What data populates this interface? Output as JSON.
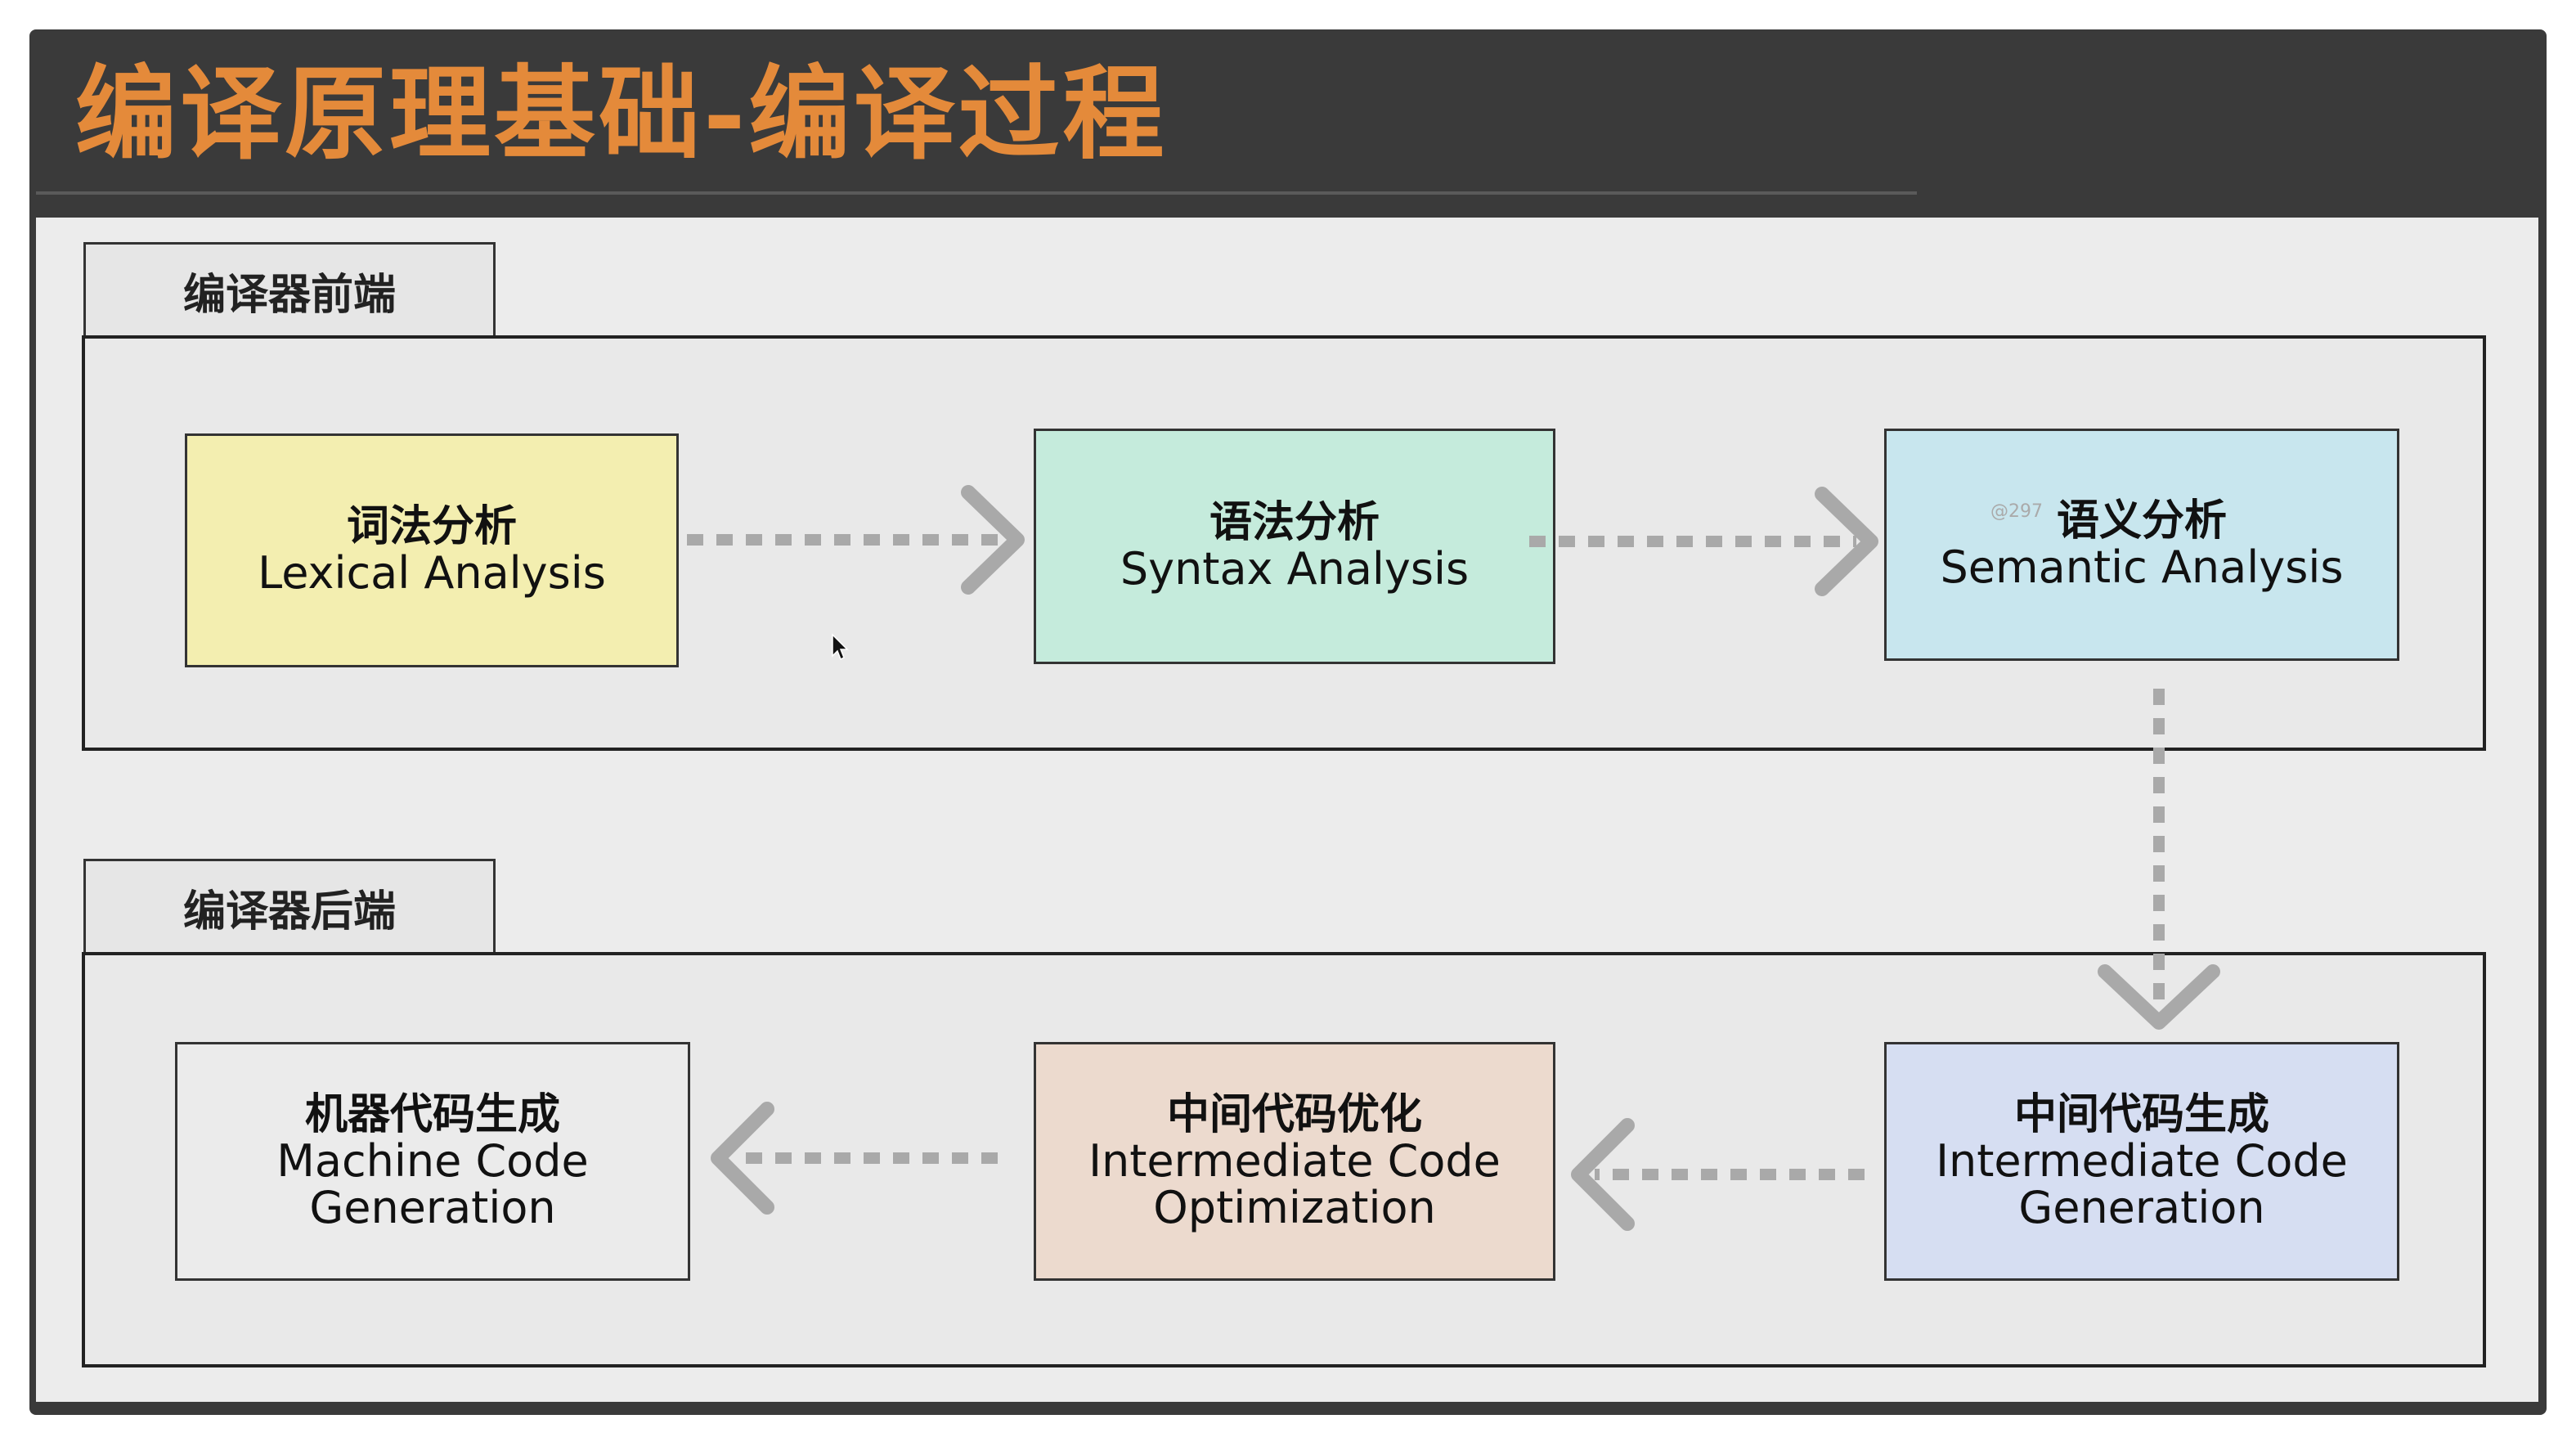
{
  "title": "编译原理基础-编译过程",
  "frontend": {
    "label": "编译器前端",
    "lexical": {
      "zh": "词法分析",
      "en": "Lexical Analysis",
      "color": "#f3eeb0"
    },
    "syntax": {
      "zh": "语法分析",
      "en": "Syntax Analysis",
      "color": "#c5ebdc"
    },
    "semantic": {
      "zh": "语义分析",
      "en": "Semantic Analysis",
      "color": "#c8e6ee"
    }
  },
  "backend": {
    "label": "编译器后端",
    "machine": {
      "zh": "机器代码生成",
      "en1": "Machine Code",
      "en2": "Generation",
      "color": "#ebebeb"
    },
    "optimization": {
      "zh": "中间代码优化",
      "en1": "Intermediate Code",
      "en2": "Optimization",
      "color": "#ecdace"
    },
    "intermediate": {
      "zh": "中间代码生成",
      "en1": "Intermediate Code",
      "en2": "Generation",
      "color": "#d6def2"
    }
  },
  "watermark": "@297",
  "colors": {
    "title": "#e48a3a",
    "arrow": "#a9a9a9",
    "frame": "#3a3a3a"
  }
}
